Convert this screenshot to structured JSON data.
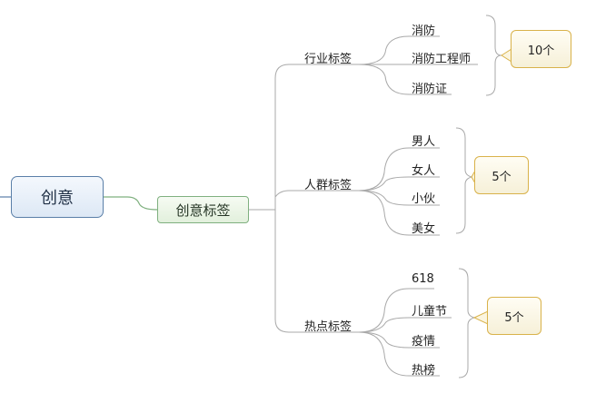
{
  "root": {
    "label": "创意"
  },
  "subtopic": {
    "label": "创意标签"
  },
  "groups": [
    {
      "label": "行业标签",
      "count": "10个",
      "items": [
        "消防",
        "消防工程师",
        "消防证"
      ]
    },
    {
      "label": "人群标签",
      "count": "5个",
      "items": [
        "男人",
        "女人",
        "小伙",
        "美女"
      ]
    },
    {
      "label": "热点标签",
      "count": "5个",
      "items": [
        "618",
        "儿童节",
        "疫情",
        "热榜"
      ]
    }
  ],
  "colors": {
    "connector": "#a9a9a9",
    "callout_border": "#d9b24a",
    "root_border": "#5a7fa8",
    "mid_border": "#7fb07f"
  }
}
